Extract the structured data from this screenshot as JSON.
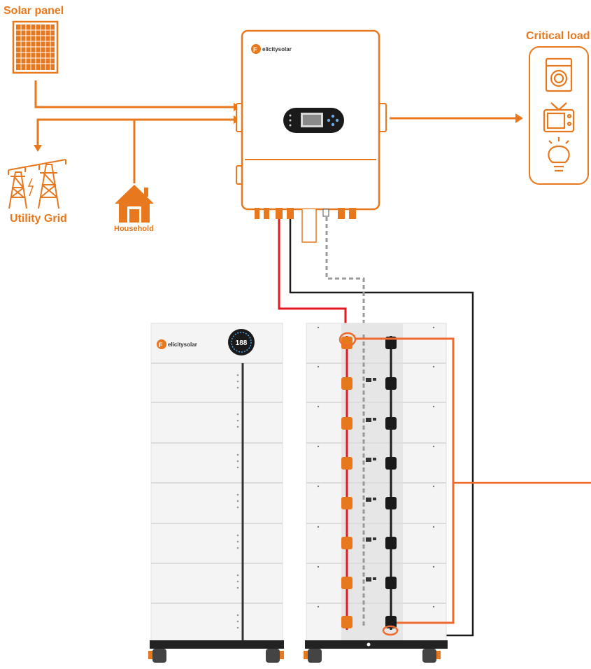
{
  "labels": {
    "solar_panel": "Solar panel",
    "critical_load": "Critical load",
    "utility_grid": "Utility Grid",
    "household": "Household"
  },
  "brand": {
    "inverter_logo": "elicitysolar",
    "battery_logo": "elicitysolar",
    "battery_display": "188"
  },
  "colors": {
    "orange": "#e8781e",
    "red": "#e21a22",
    "black": "#1a1a1a",
    "gray": "#9a9a9a",
    "panel_white": "#f4f4f4"
  },
  "battery": {
    "modules": 7
  }
}
